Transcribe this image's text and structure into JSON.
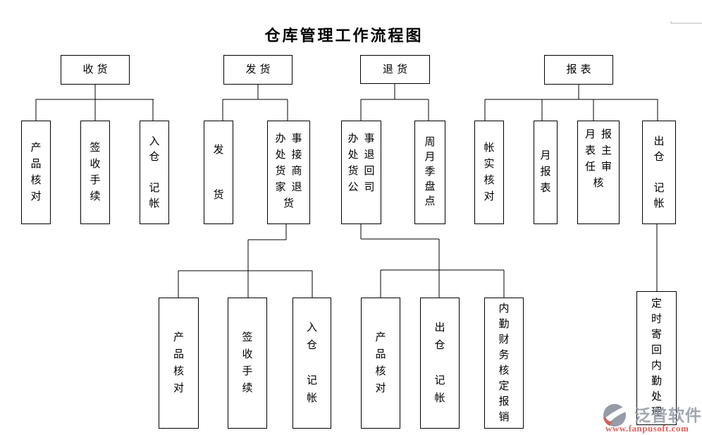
{
  "page": {
    "title": "仓库管理工作流程图"
  },
  "colors": {
    "title": "#000000",
    "line": "#000000",
    "box_border": "#000000",
    "background": "#ffffff",
    "watermark_brand": "#9aa0ab",
    "watermark_url": "#e0564e",
    "watermark_logo_gray": "#8d93a0",
    "watermark_logo_red": "#cb544c"
  },
  "nodes": {
    "shouhuo": {
      "label": "收货",
      "display": "收货"
    },
    "fahuo": {
      "label": "发货",
      "display": "发货"
    },
    "tuihuo": {
      "label": "退货",
      "display": "退货"
    },
    "baobiao": {
      "label": "报表",
      "display": "报表"
    },
    "chanpin1": {
      "label": "产品核对",
      "display": "产\n品\n核\n对"
    },
    "qianshou1": {
      "label": "签收手续",
      "display": "签\n收\n手\n续"
    },
    "rucang1": {
      "label": "入仓 记帐",
      "display": "入\n仓\n\n记\n帐"
    },
    "fahuo_v": {
      "label": "发货",
      "display": "发\n\n货"
    },
    "banjiehuo": {
      "label": "办事处接货商家退货",
      "display": "办事\n处接\n货商\n家退\n货"
    },
    "bantuihuo": {
      "label": "办事处退货回公司",
      "display": "办事\n处退\n货回\n公司"
    },
    "zhoupan": {
      "label": "周月季盘点",
      "display": "周\n月\n季\n盘\n点"
    },
    "zhangshi": {
      "label": "帐实核对",
      "display": "帐\n实\n核\n对"
    },
    "yuebao": {
      "label": "月报表",
      "display": "月\n报\n表"
    },
    "yuebaoshen": {
      "label": "月报表主任审核",
      "display": "月报\n表主\n任审\n核"
    },
    "chucang1": {
      "label": "出仓 记帐",
      "display": "出\n仓\n\n记\n帐"
    },
    "chanpin2": {
      "label": "产品核对",
      "display": "产\n品\n核\n对"
    },
    "qianshou2": {
      "label": "签收手续",
      "display": "签\n收\n手\n续"
    },
    "rucang2": {
      "label": "入仓 记帐",
      "display": "入\n仓\n\n记\n帐"
    },
    "chanpin3": {
      "label": "产品核对",
      "display": "产\n品\n核\n对"
    },
    "chucang2": {
      "label": "出仓 记帐",
      "display": "出\n仓\n\n记\n帐"
    },
    "neiqin": {
      "label": "内勤财务核定报销",
      "display": "内\n勤\n财\n务\n核\n定\n报\n销"
    },
    "dingshi": {
      "label": "定时寄回内勤处理",
      "display": "定\n时\n寄\n回\n内\n勤\n处\n理"
    }
  },
  "structure": [
    {
      "parent": "收货",
      "children": [
        "产品核对",
        "签收手续",
        "入仓 记帐"
      ]
    },
    {
      "parent": "发货",
      "children": [
        "发货",
        "办事处接货商家退货"
      ]
    },
    {
      "parent": "办事处接货商家退货",
      "children": [
        "产品核对",
        "签收手续",
        "入仓 记帐"
      ]
    },
    {
      "parent": "退货",
      "children": [
        "办事处退货回公司",
        "周月季盘点"
      ]
    },
    {
      "parent": "办事处退货回公司",
      "children": [
        "产品核对",
        "出仓 记帐",
        "内勤财务核定报销"
      ]
    },
    {
      "parent": "报表",
      "children": [
        "帐实核对",
        "月报表",
        "月报表主任审核",
        "出仓 记帐"
      ]
    },
    {
      "parent": "出仓 记帐",
      "children": [
        "定时寄回内勤处理"
      ]
    }
  ],
  "watermark": {
    "brand": "泛普软件",
    "url": "www.fanpusoft.com"
  }
}
